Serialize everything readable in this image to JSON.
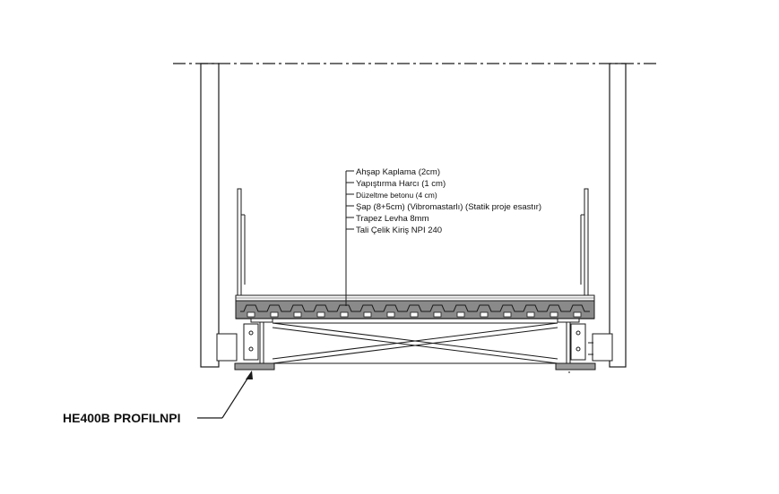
{
  "layer_labels": [
    "Ahşap Kaplama (2cm)",
    "Yapıştırma Harcı (1 cm)",
    "Düzeltme betonu (4 cm)",
    "Şap (8+5cm) (Vibromastarlı) (Statik proje esastır)",
    "Trapez Levha 8mm",
    "Tali Çelik Kiriş NPI 240"
  ],
  "beam_label": "HE400B PROFILNPI",
  "colors": {
    "line": "#1a1a1a",
    "hatch": "#555555",
    "background": "#ffffff"
  }
}
